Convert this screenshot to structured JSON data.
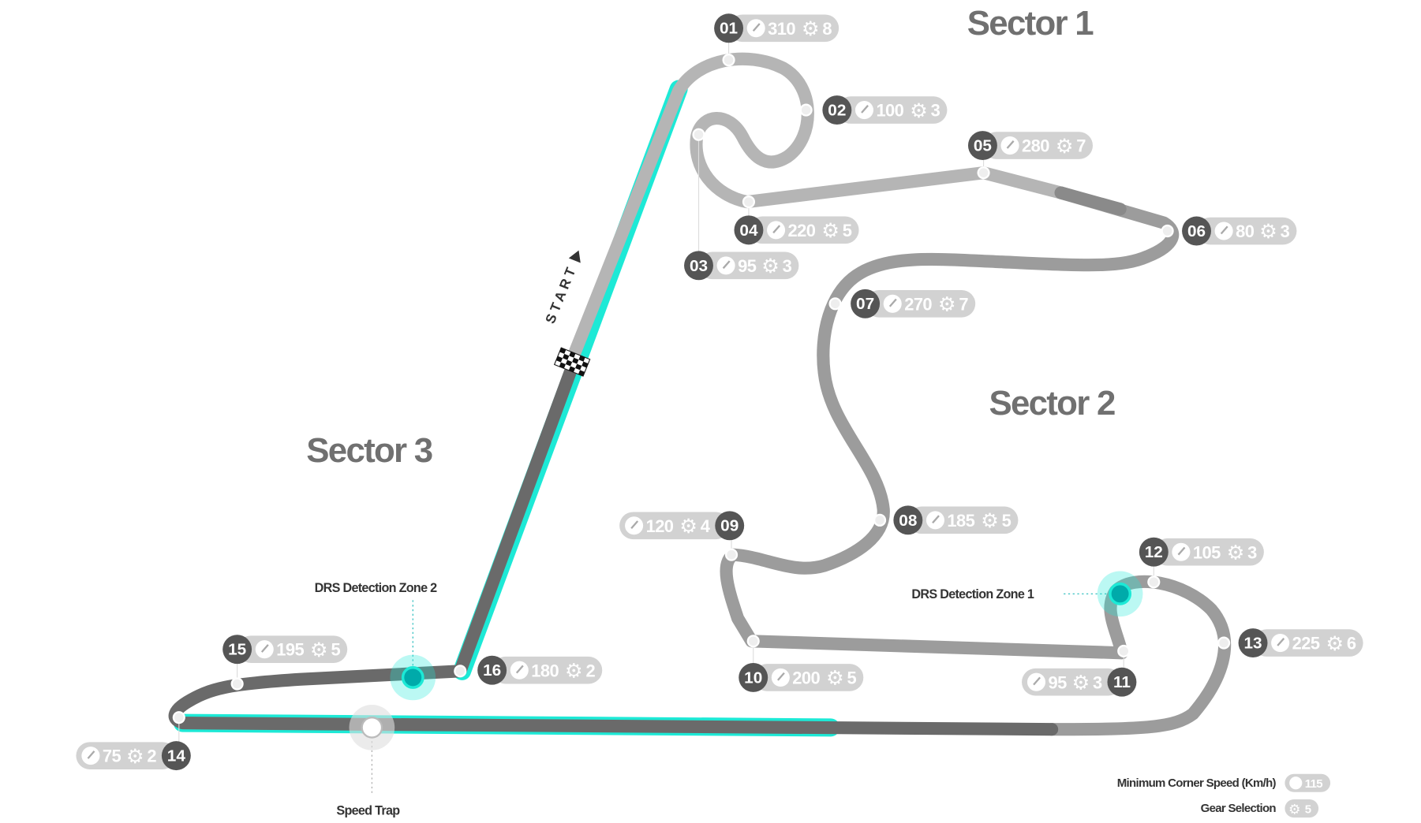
{
  "sectors": [
    "Sector 1",
    "Sector 2",
    "Sector 3"
  ],
  "start_label": "START",
  "annotations": {
    "drs_zone_1": "DRS Detection Zone 1",
    "drs_zone_2": "DRS Detection Zone 2",
    "speed_trap": "Speed Trap"
  },
  "corners": [
    {
      "num": "01",
      "speed": "310",
      "gear": "8"
    },
    {
      "num": "02",
      "speed": "100",
      "gear": "3"
    },
    {
      "num": "03",
      "speed": "95",
      "gear": "3"
    },
    {
      "num": "04",
      "speed": "220",
      "gear": "5"
    },
    {
      "num": "05",
      "speed": "280",
      "gear": "7"
    },
    {
      "num": "06",
      "speed": "80",
      "gear": "3"
    },
    {
      "num": "07",
      "speed": "270",
      "gear": "7"
    },
    {
      "num": "08",
      "speed": "185",
      "gear": "5"
    },
    {
      "num": "09",
      "speed": "120",
      "gear": "4"
    },
    {
      "num": "10",
      "speed": "200",
      "gear": "5"
    },
    {
      "num": "11",
      "speed": "95",
      "gear": "3"
    },
    {
      "num": "12",
      "speed": "105",
      "gear": "3"
    },
    {
      "num": "13",
      "speed": "225",
      "gear": "6"
    },
    {
      "num": "14",
      "speed": "75",
      "gear": "2"
    },
    {
      "num": "15",
      "speed": "195",
      "gear": "5"
    },
    {
      "num": "16",
      "speed": "180",
      "gear": "2"
    }
  ],
  "legend": {
    "speed_label": "Minimum Corner Speed (Km/h)",
    "speed_example": "115",
    "gear_label": "Gear Selection",
    "gear_example": "5"
  },
  "colors": {
    "drs": "#1de9d6",
    "sector1": "#b5b5b5",
    "sector2": "#9c9c9c",
    "sector3": "#6a6a6a",
    "pill": "#d2d2d2",
    "badge": "#555555"
  }
}
